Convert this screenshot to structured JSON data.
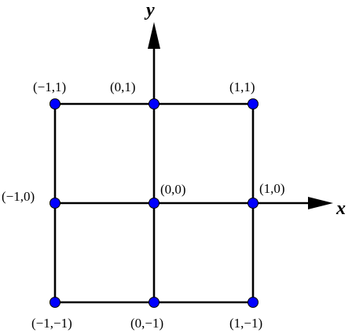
{
  "axes": {
    "x_label": "x",
    "y_label": "y"
  },
  "colors": {
    "node": "#0000ff",
    "line": "#000000",
    "background": "#ffffff"
  },
  "grid": {
    "x_values": [
      -1,
      0,
      1
    ],
    "y_values": [
      -1,
      0,
      1
    ]
  },
  "points": [
    {
      "x": -1,
      "y": 1,
      "label": "(−1,1)"
    },
    {
      "x": 0,
      "y": 1,
      "label": "(0,1)"
    },
    {
      "x": 1,
      "y": 1,
      "label": "(1,1)"
    },
    {
      "x": -1,
      "y": 0,
      "label": "(−1,0)"
    },
    {
      "x": 0,
      "y": 0,
      "label": "(0,0)"
    },
    {
      "x": 1,
      "y": 0,
      "label": "(1,0)"
    },
    {
      "x": -1,
      "y": -1,
      "label": "(−1,−1)"
    },
    {
      "x": 0,
      "y": -1,
      "label": "(0,−1)"
    },
    {
      "x": 1,
      "y": -1,
      "label": "(1,−1)"
    }
  ]
}
